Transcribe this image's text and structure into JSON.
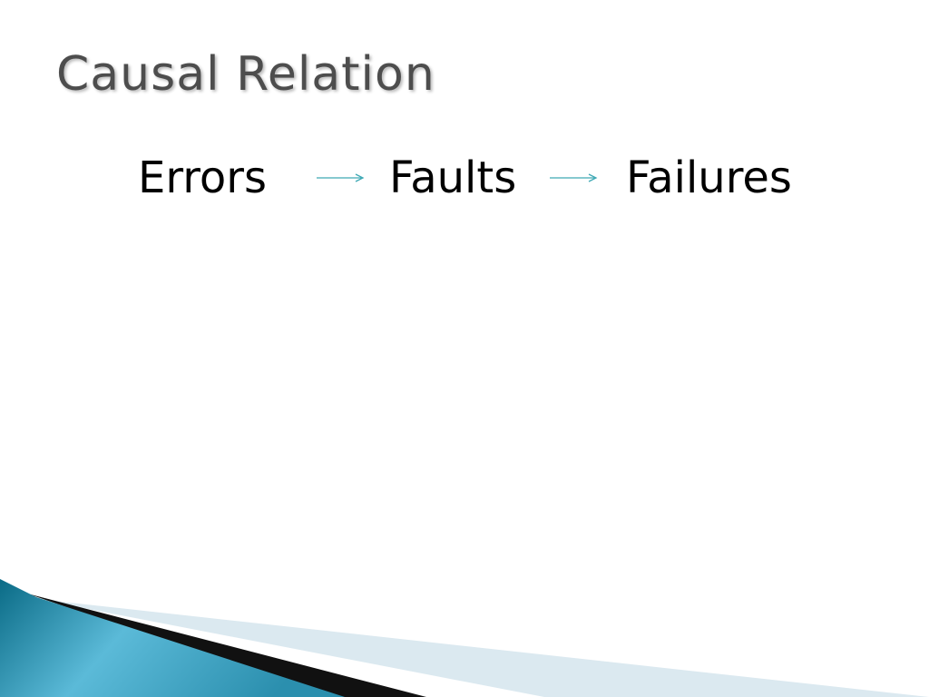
{
  "slide": {
    "title": "Causal Relation"
  },
  "diagram": {
    "terms": [
      "Errors",
      "Faults",
      "Failures"
    ],
    "arrow_icon": "right-arrow-icon",
    "arrow_color": "#3fa9b5"
  },
  "theme": {
    "title_color": "#4d4d4d",
    "text_color": "#000000",
    "decor_dark": "#0a6b86",
    "decor_light": "#5bbad8",
    "decor_pale": "#dbe9f0"
  }
}
